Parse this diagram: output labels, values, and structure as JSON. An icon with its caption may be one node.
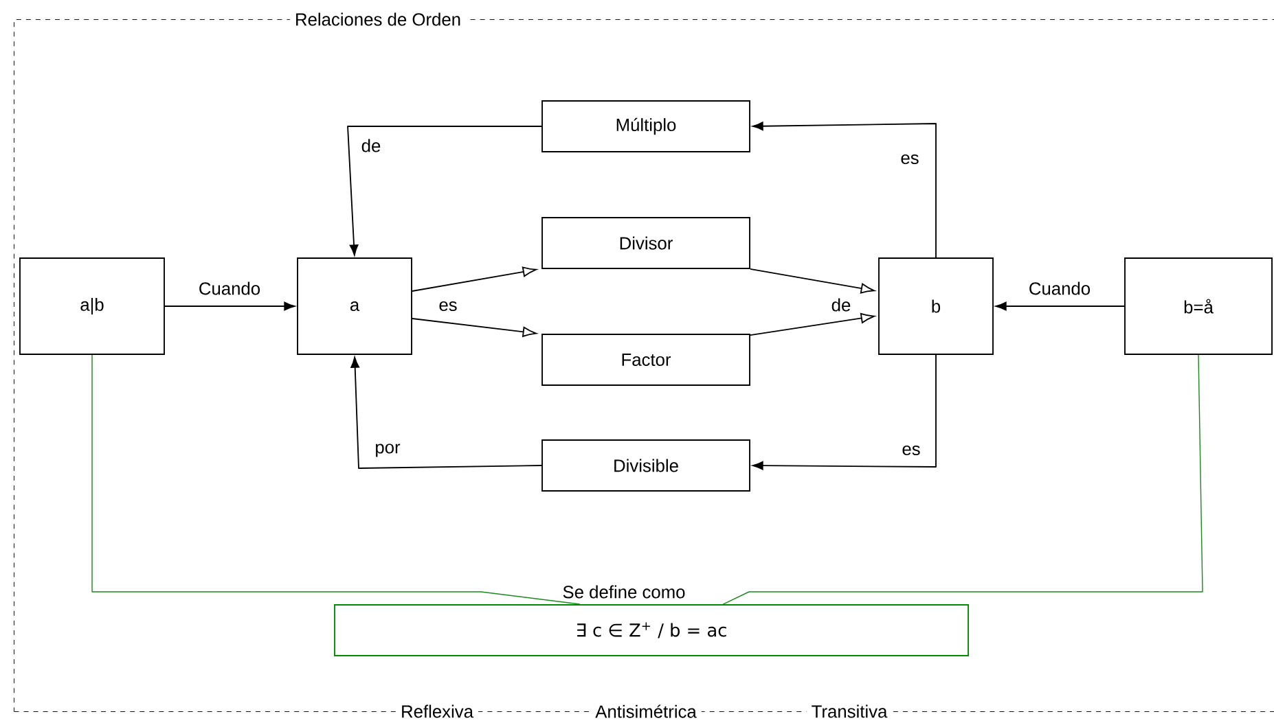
{
  "diagram": {
    "nodes": [
      {
        "text": [
          "Relaciones de Orden"
        ]
      },
      {
        "text": [
          "a|b"
        ],
        "in": 0
      },
      {
        "text": [
          "a"
        ],
        "in": 0
      },
      {
        "text": [
          "Múltiplo"
        ],
        "in": 0
      },
      {
        "text": [
          "Divisor"
        ],
        "in": 0
      },
      {
        "text": [
          "Factor"
        ],
        "in": 0
      },
      {
        "text": [
          "Divisible"
        ],
        "in": 0
      },
      {
        "text": [
          "b"
        ],
        "in": 0
      },
      {
        "text": [
          "b=å"
        ],
        "in": 0
      },
      {
        "text": [
          "∃ c ∈ Z$^{+}$ /  b = ac"
        ],
        "in": 0
      }
    ],
    "edges": [
      {
        "from": 1,
        "to": 2,
        "arrow": "to",
        "label": "Cuando"
      },
      {
        "from": 8,
        "to": 7,
        "arrow": "to",
        "label": "Cuando"
      },
      {
        "from": 3,
        "to": 2,
        "arrow": "to",
        "label": "de"
      },
      {
        "from": 7,
        "to": 3,
        "arrow": "to",
        "label": "es"
      },
      {
        "from": 7,
        "to": 6,
        "arrow": "to",
        "label": "es"
      },
      {
        "from": 6,
        "to": 2,
        "arrow": "to",
        "label": "por"
      },
      {
        "from": 2,
        "to": 4,
        "arrow": "to",
        "label": "es"
      },
      {
        "from": 2,
        "to": 5,
        "arrow": "to"
      },
      {
        "from": 4,
        "to": 7,
        "arrow": "to",
        "label": "de"
      },
      {
        "from": 5,
        "to": 7,
        "arrow": "to"
      },
      {
        "from": 1,
        "to": 9,
        "arrow": "none",
        "label": "Se define como",
        "color": "#1a8a1a"
      },
      {
        "from": 8,
        "to": 9,
        "arrow": "none",
        "color": "#1a8a1a"
      }
    ],
    "labels": [
      "Reflexiva",
      "Antisimétrica",
      "Transitiva"
    ]
  }
}
